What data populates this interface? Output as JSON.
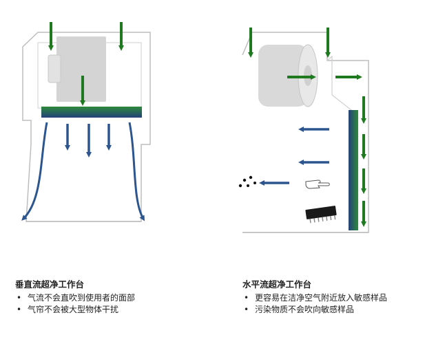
{
  "captions": {
    "vertical": {
      "title": "垂直流超净工作台",
      "items": [
        "气流不会直吹到使用者的面部",
        "气帘不会被大型物体干扰"
      ]
    },
    "horizontal": {
      "title": "水平流超净工作台",
      "items": [
        "更容易在洁净空气附近放入敏感样品",
        "污染物质不会吹向敏感样品"
      ]
    }
  },
  "bullet_char": "•",
  "colors": {
    "green_arrow": "#1f7a1f",
    "blue_arrow": "#2c5590",
    "cabinet_outline": "#bdbdbd",
    "fan_grey": "#d4d4d4"
  },
  "icons": [
    "fan-unit",
    "hepa-filter",
    "pointing-hand-icon",
    "microchip-icon",
    "particles-icon"
  ]
}
